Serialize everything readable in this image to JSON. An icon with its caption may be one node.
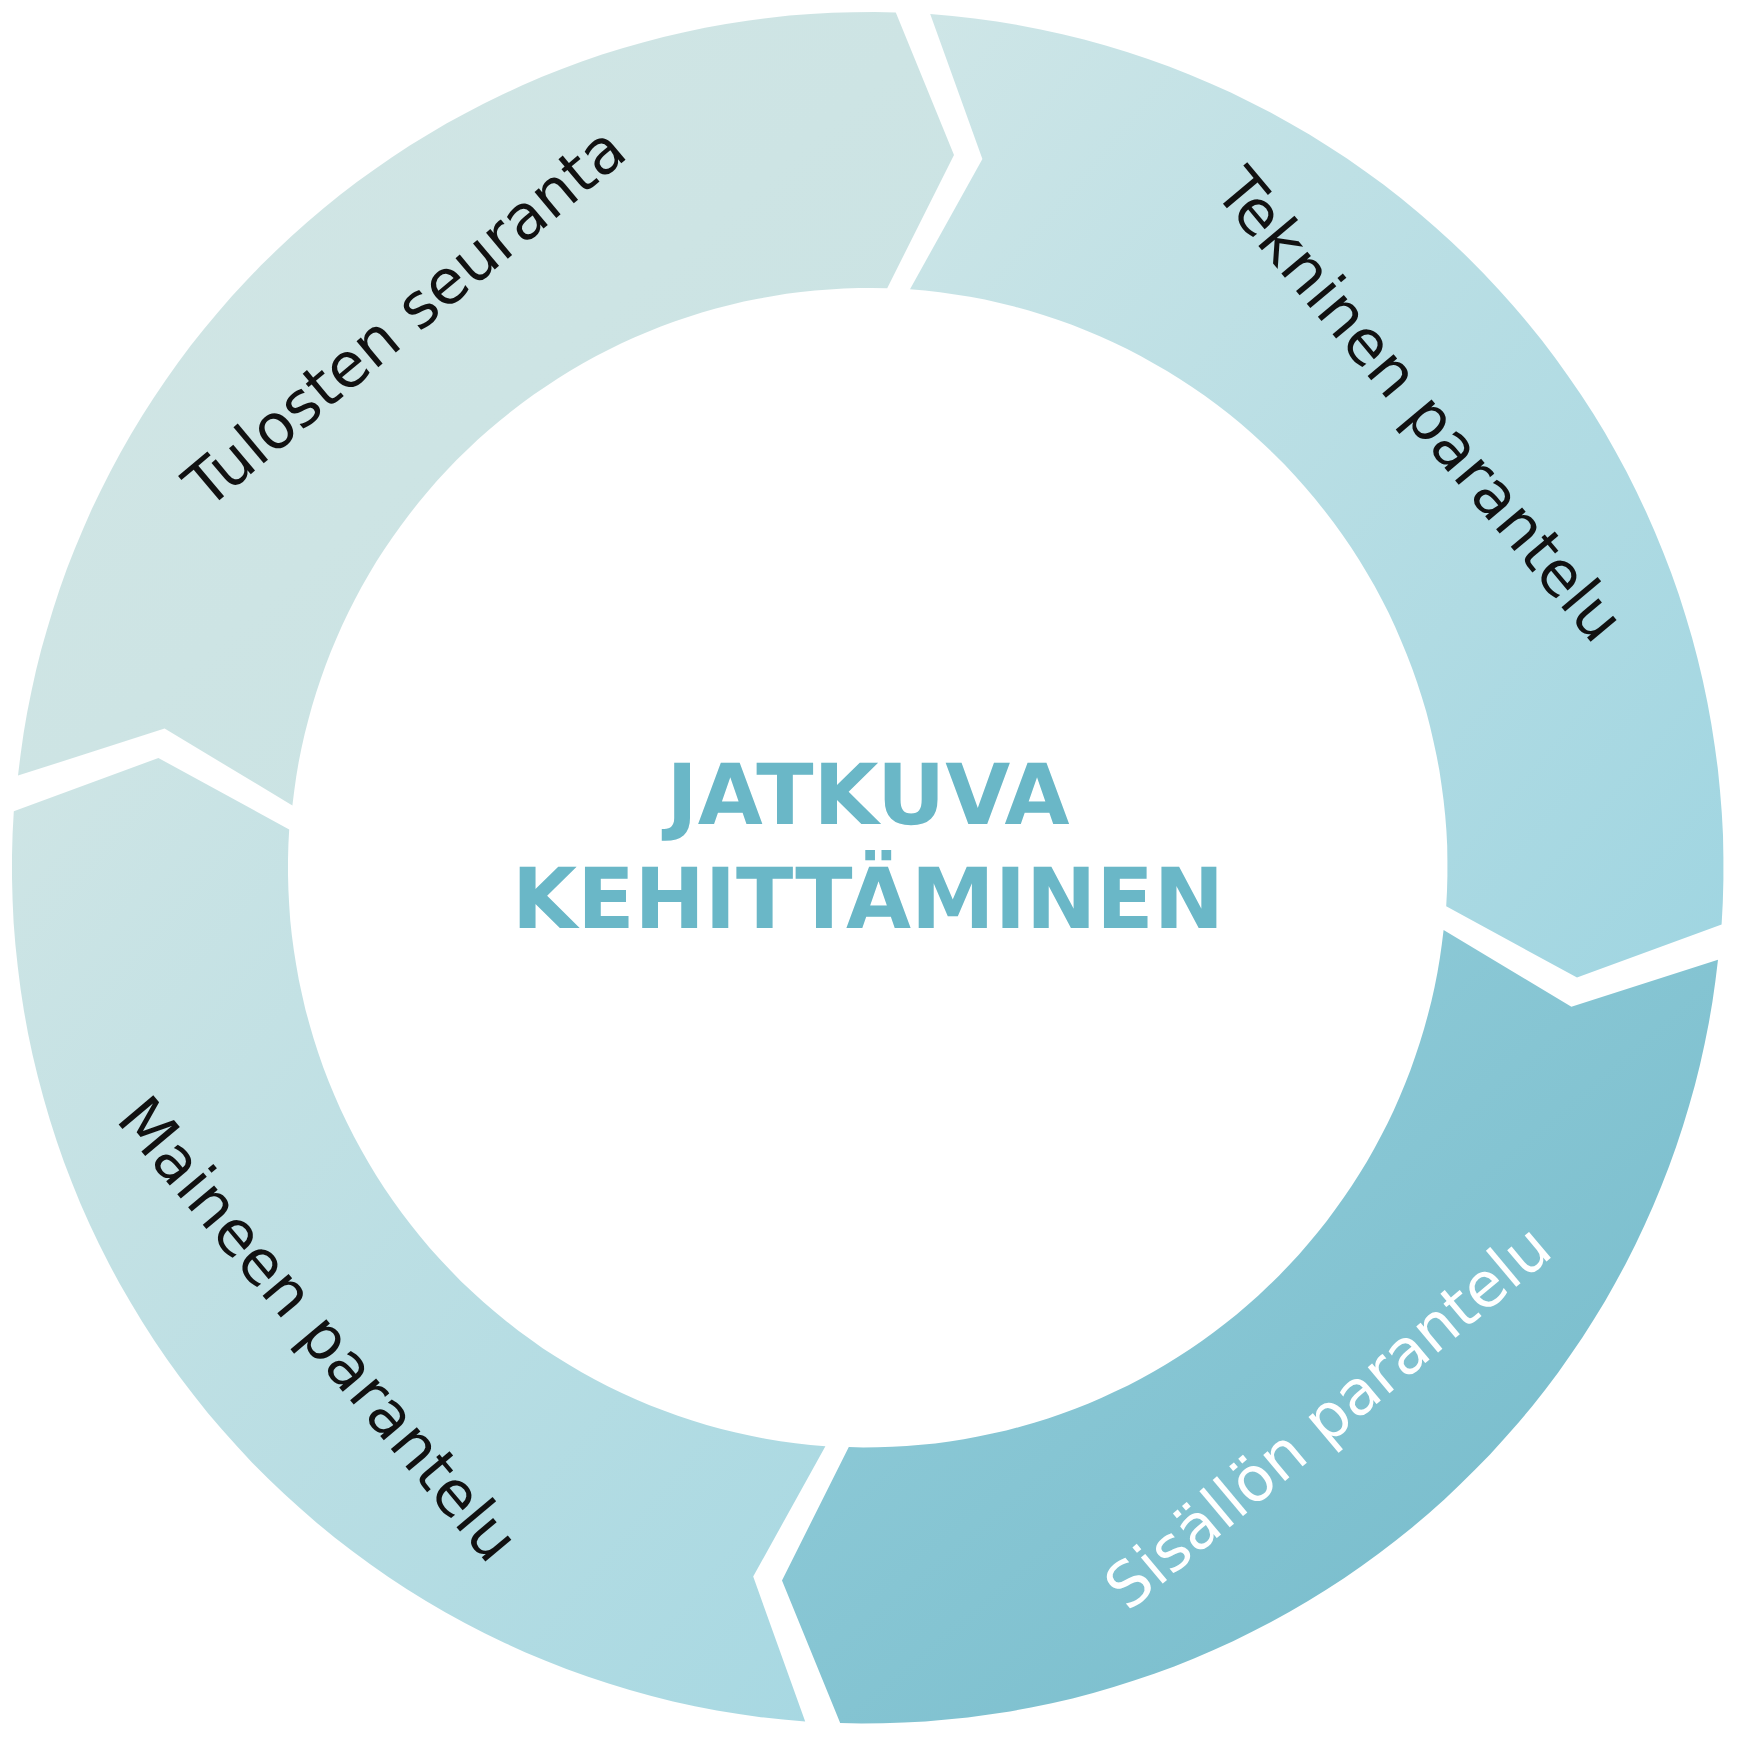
{
  "diagram": {
    "title": "JATKUVA KEHITTÄMINEN",
    "nodes": [
      {
        "text": [
          "Tulosten seuranta"
        ]
      },
      {
        "text": [
          "Tekninen parantelu"
        ]
      },
      {
        "text": [
          "Sisällön parantelu"
        ]
      },
      {
        "text": [
          "Maineen parantelu"
        ]
      }
    ]
  }
}
